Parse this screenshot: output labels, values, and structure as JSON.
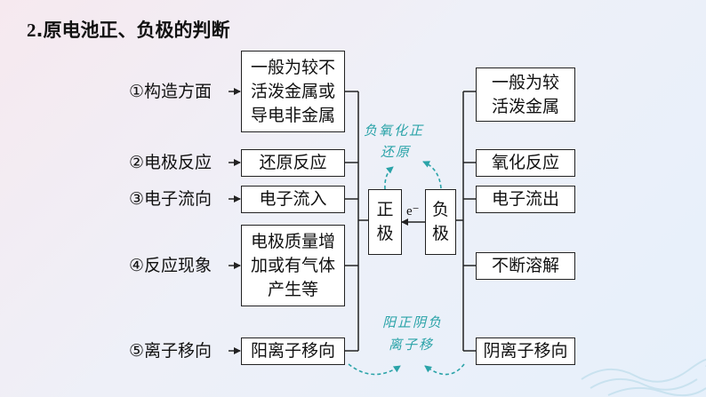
{
  "title_num": "2",
  "title_text": ".原电池正、负极的判断",
  "left_labels": [
    "①构造方面",
    "②电极反应",
    "③电子流向",
    "④反应现象",
    "⑤离子移向"
  ],
  "positive_boxes": [
    "一般为较不\n活泼金属或\n导电非金属",
    "还原反应",
    "电子流入",
    "电极质量增\n加或有气体\n产生等",
    "阳离子移向"
  ],
  "negative_boxes": [
    "一般为较\n活泼金属",
    "氧化反应",
    "电子流出",
    "不断溶解",
    "阴离子移向"
  ],
  "positive_electrode": "正\n极",
  "negative_electrode": "负\n极",
  "electron_label": "e⁻",
  "note_top_line1": "负氧化正",
  "note_top_line2": "还原",
  "note_bottom_line1": "阳正阴负",
  "note_bottom_line2": "离子移",
  "colors": {
    "annotation": "#2aa3a8",
    "box_border": "#222222"
  }
}
